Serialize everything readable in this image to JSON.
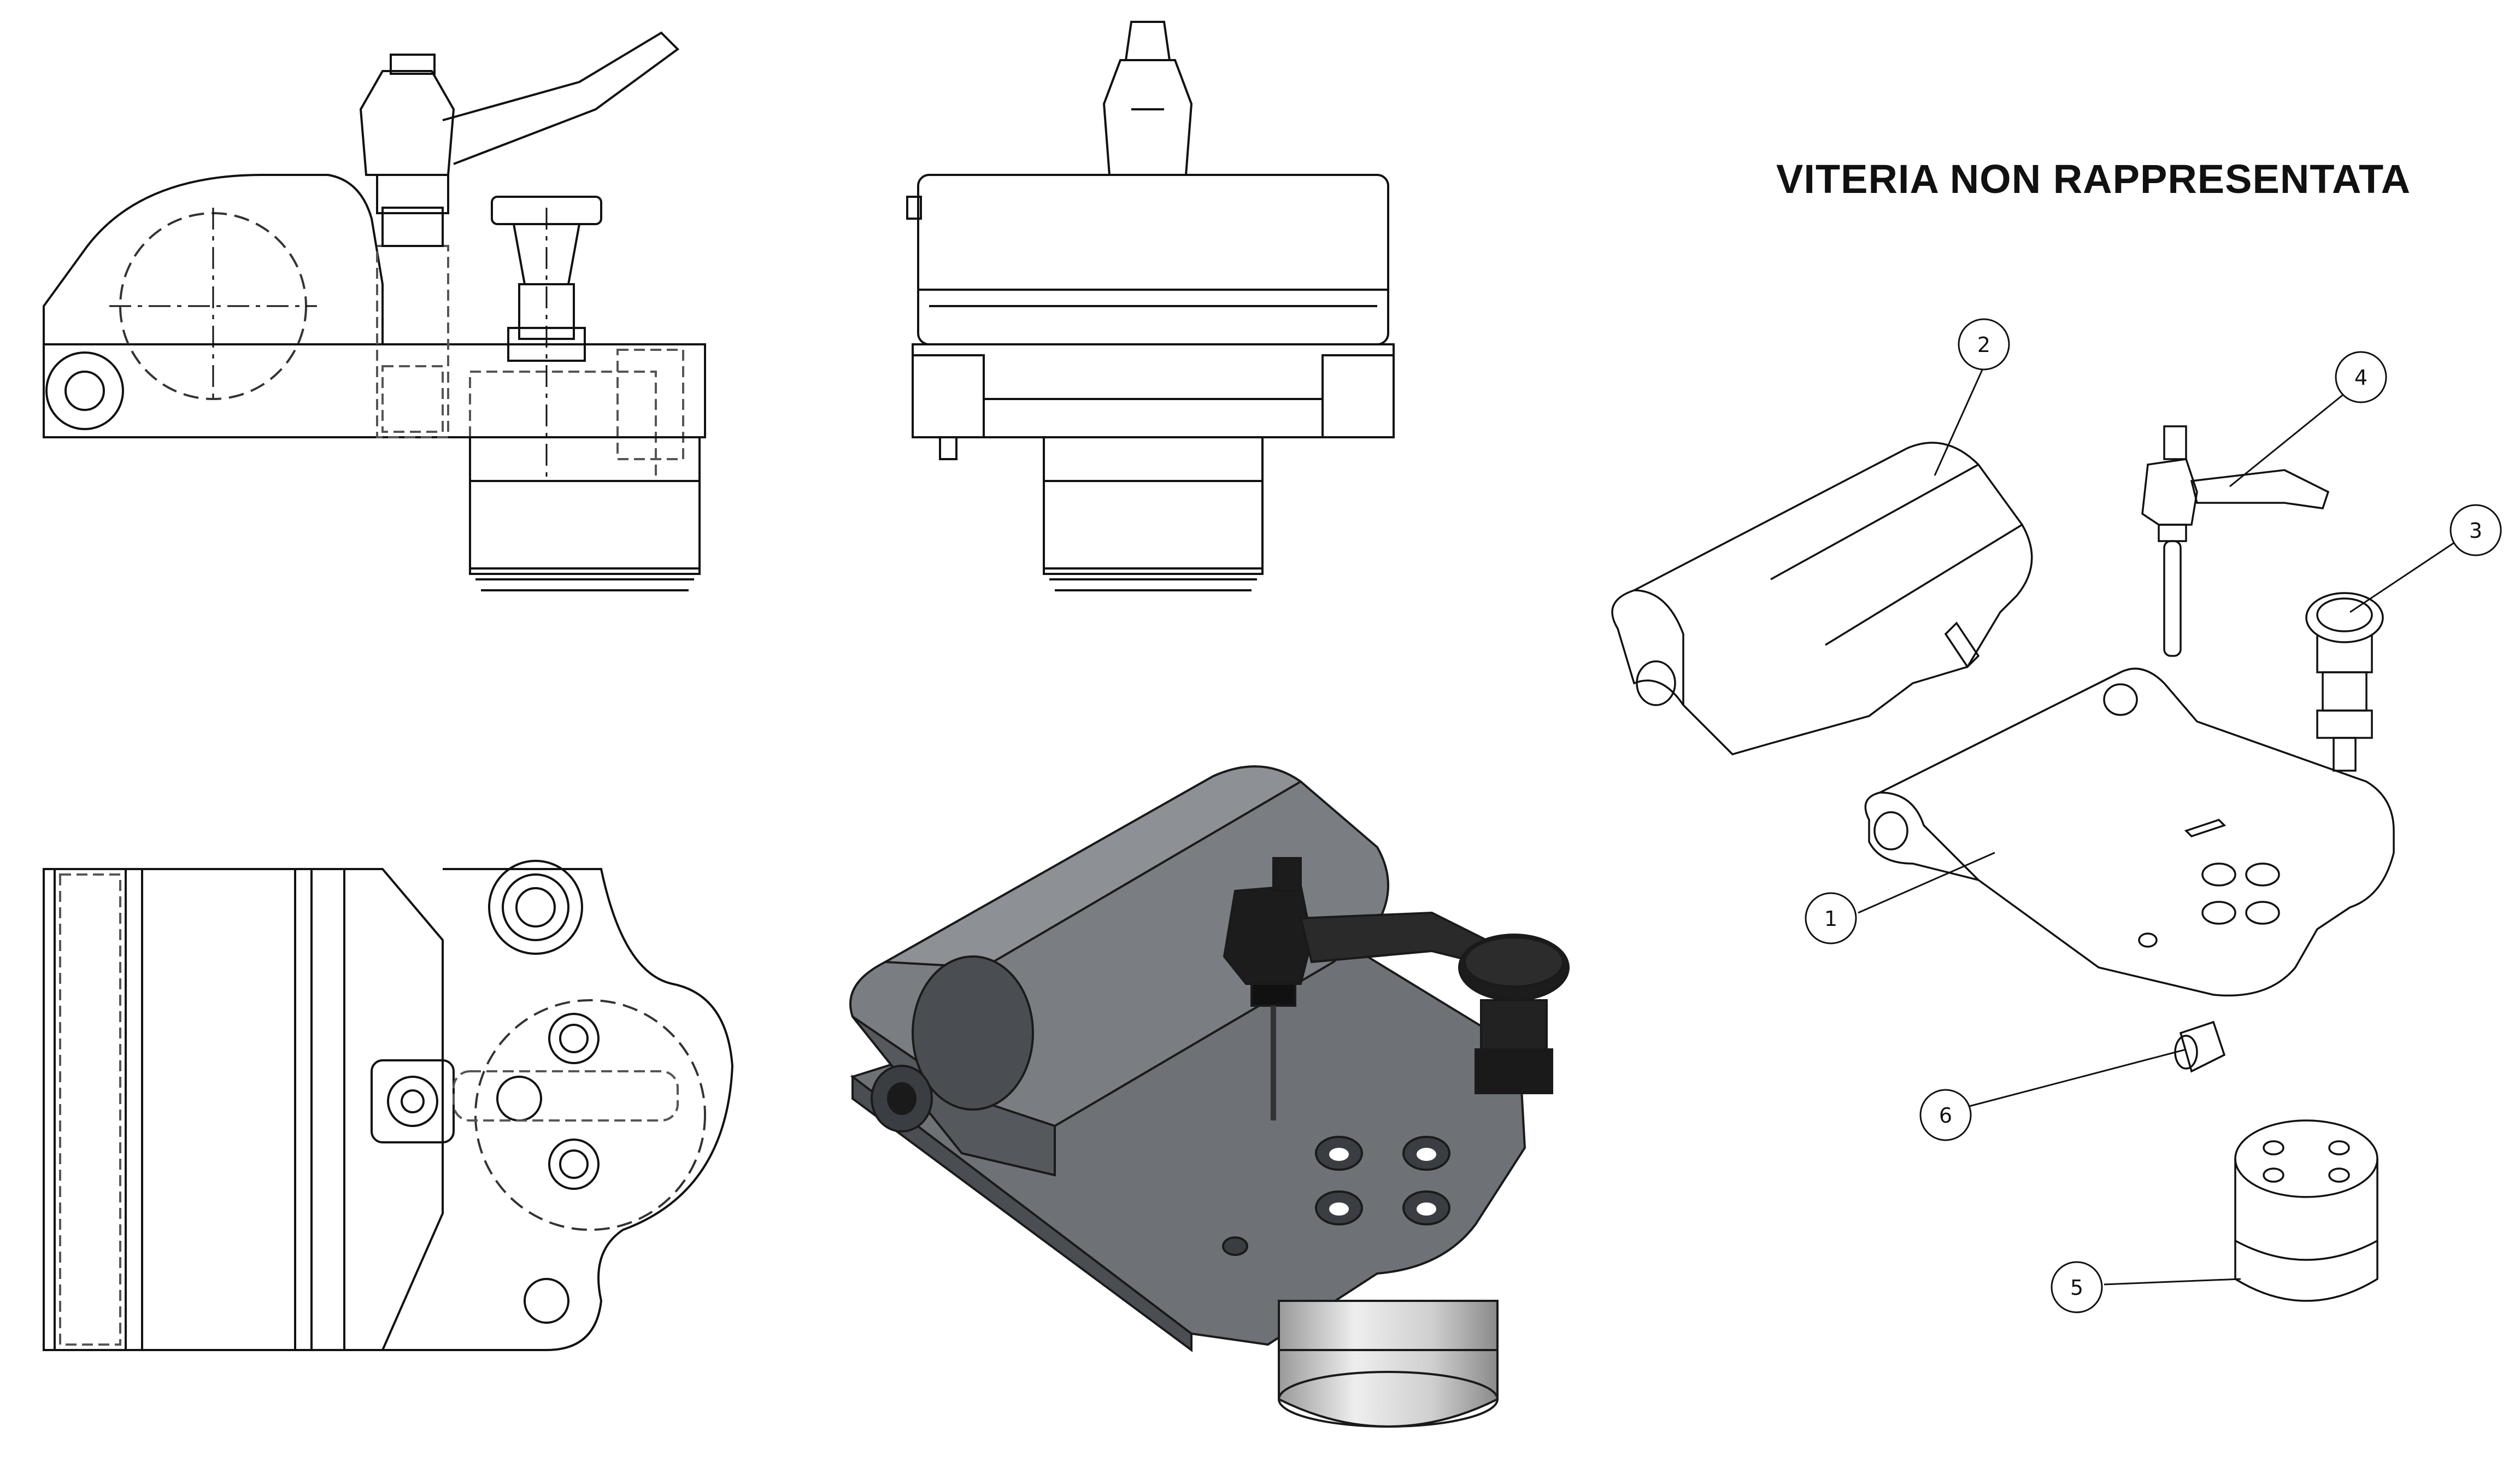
{
  "note": "VITERIA NON RAPPRESENTATA",
  "balloons": [
    {
      "id": "1",
      "label": "1"
    },
    {
      "id": "2",
      "label": "2"
    },
    {
      "id": "3",
      "label": "3"
    },
    {
      "id": "4",
      "label": "4"
    },
    {
      "id": "5",
      "label": "5"
    },
    {
      "id": "6",
      "label": "6"
    }
  ],
  "colors": {
    "line": "#111111",
    "hidden": "#555555",
    "metal": "#707479",
    "metal_dark": "#4a4e53",
    "metal_light": "#9a9ea3",
    "knob": "#1c1c1c",
    "cylinder": "#d8d8d8"
  }
}
